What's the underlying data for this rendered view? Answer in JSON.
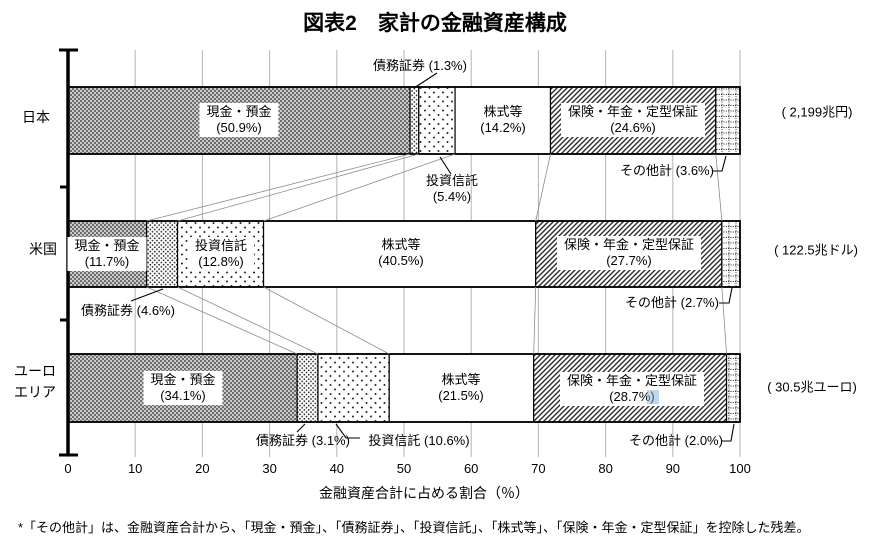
{
  "chart_data": {
    "type": "bar",
    "stacked": true,
    "orientation": "horizontal",
    "title": "図表2　家計の金融資産構成",
    "xlabel": "金融資産合計に占める割合（％）",
    "xlim": [
      0,
      100
    ],
    "xticks": [
      0,
      10,
      20,
      30,
      40,
      50,
      60,
      70,
      80,
      90,
      100
    ],
    "grid": "vertical-gridlines-on",
    "categories": [
      "日本",
      "米国",
      "ユーロエリア"
    ],
    "category_totals": [
      "( 2,199兆円)",
      "( 122.5兆ドル)",
      "( 30.5兆ユーロ)"
    ],
    "series": [
      {
        "name": "現金・預金",
        "key": "cash",
        "pattern": "gray-checker",
        "values": [
          50.9,
          11.7,
          34.1
        ]
      },
      {
        "name": "債務証券",
        "key": "debt",
        "pattern": "dense-dots",
        "values": [
          1.3,
          4.6,
          3.1
        ]
      },
      {
        "name": "投資信託",
        "key": "trust",
        "pattern": "sparse-dots",
        "values": [
          5.4,
          12.8,
          10.6
        ]
      },
      {
        "name": "株式等",
        "key": "equity",
        "pattern": "plain-white",
        "values": [
          14.2,
          40.5,
          21.5
        ]
      },
      {
        "name": "保険・年金・定型保証",
        "key": "insurance",
        "pattern": "diagonal-hatch",
        "values": [
          24.6,
          27.7,
          28.7
        ]
      },
      {
        "name": "その他計",
        "key": "other",
        "pattern": "dashed-grid",
        "values": [
          3.6,
          2.7,
          2.0
        ]
      }
    ],
    "footnote": "*「その他計」は、金融資産合計から、「現金・預金」、「債務証券」、「投資信託」、「株式等」、「保険・年金・定型保証」を控除した残差。"
  },
  "annotations": {
    "jp_cash_name": "現金・預金",
    "jp_cash_pct": "(50.9%)",
    "jp_debt": "債務証券 (1.3%)",
    "jp_trust_name": "投資信託",
    "jp_trust_pct": "(5.4%)",
    "jp_equity_name": "株式等",
    "jp_equity_pct": "(14.2%)",
    "jp_insurance_name": "保険・年金・定型保証",
    "jp_insurance_pct": "(24.6%)",
    "jp_other": "その他計 (3.6%)",
    "us_cash_name": "現金・預金",
    "us_cash_pct": "(11.7%)",
    "us_debt": "債務証券 (4.6%)",
    "us_trust_name": "投資信託",
    "us_trust_pct": "(12.8%)",
    "us_equity_name": "株式等",
    "us_equity_pct": "(40.5%)",
    "us_insurance_name": "保険・年金・定型保証",
    "us_insurance_pct": "(27.7%)",
    "us_other": "その他計 (2.7%)",
    "eu_cash_name": "現金・預金",
    "eu_cash_pct": "(34.1%)",
    "eu_debt": "債務証券 (3.1%)",
    "eu_trust": "投資信託 (10.6%)",
    "eu_equity_name": "株式等",
    "eu_equity_pct": "(21.5%)",
    "eu_insurance_name": "保険・年金・定型保証",
    "eu_insurance_pct": "(28.7%)",
    "eu_other": "その他計 (2.0%)"
  },
  "colors": {
    "ink": "#000000",
    "gridline": "#b3b3b3",
    "connector": "#8c8c8c",
    "pattern_gray_light": "#cbcbcb",
    "pattern_gray_dark": "#6e6e6e",
    "selection_highlight": "#7dadde"
  }
}
